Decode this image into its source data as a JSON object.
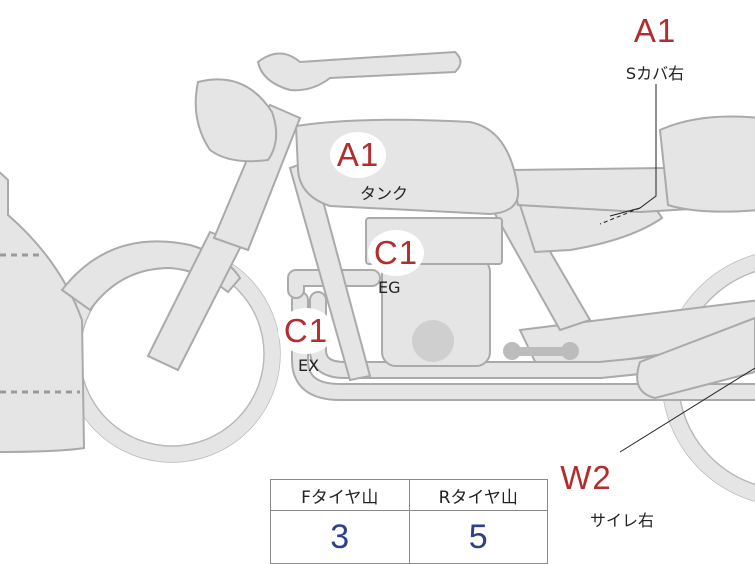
{
  "callouts": {
    "s_cover_right": {
      "code": "A1",
      "label": "Sカバ右"
    },
    "tank": {
      "code": "A1",
      "label": "タンク"
    },
    "engine": {
      "code": "C1",
      "label": "EG"
    },
    "exhaust": {
      "code": "C1",
      "label": "EX"
    },
    "muffler_right": {
      "code": "W2",
      "label": "サイレ右"
    }
  },
  "tire_table": {
    "front": {
      "header": "Fタイヤ山",
      "value": "3"
    },
    "rear": {
      "header": "Rタイヤ山",
      "value": "5"
    }
  },
  "colors": {
    "code_red": "#b22e2e",
    "value_blue": "#2d3f8f",
    "body_fill": "#e4e5e4",
    "outline": "#a9aaa9"
  }
}
